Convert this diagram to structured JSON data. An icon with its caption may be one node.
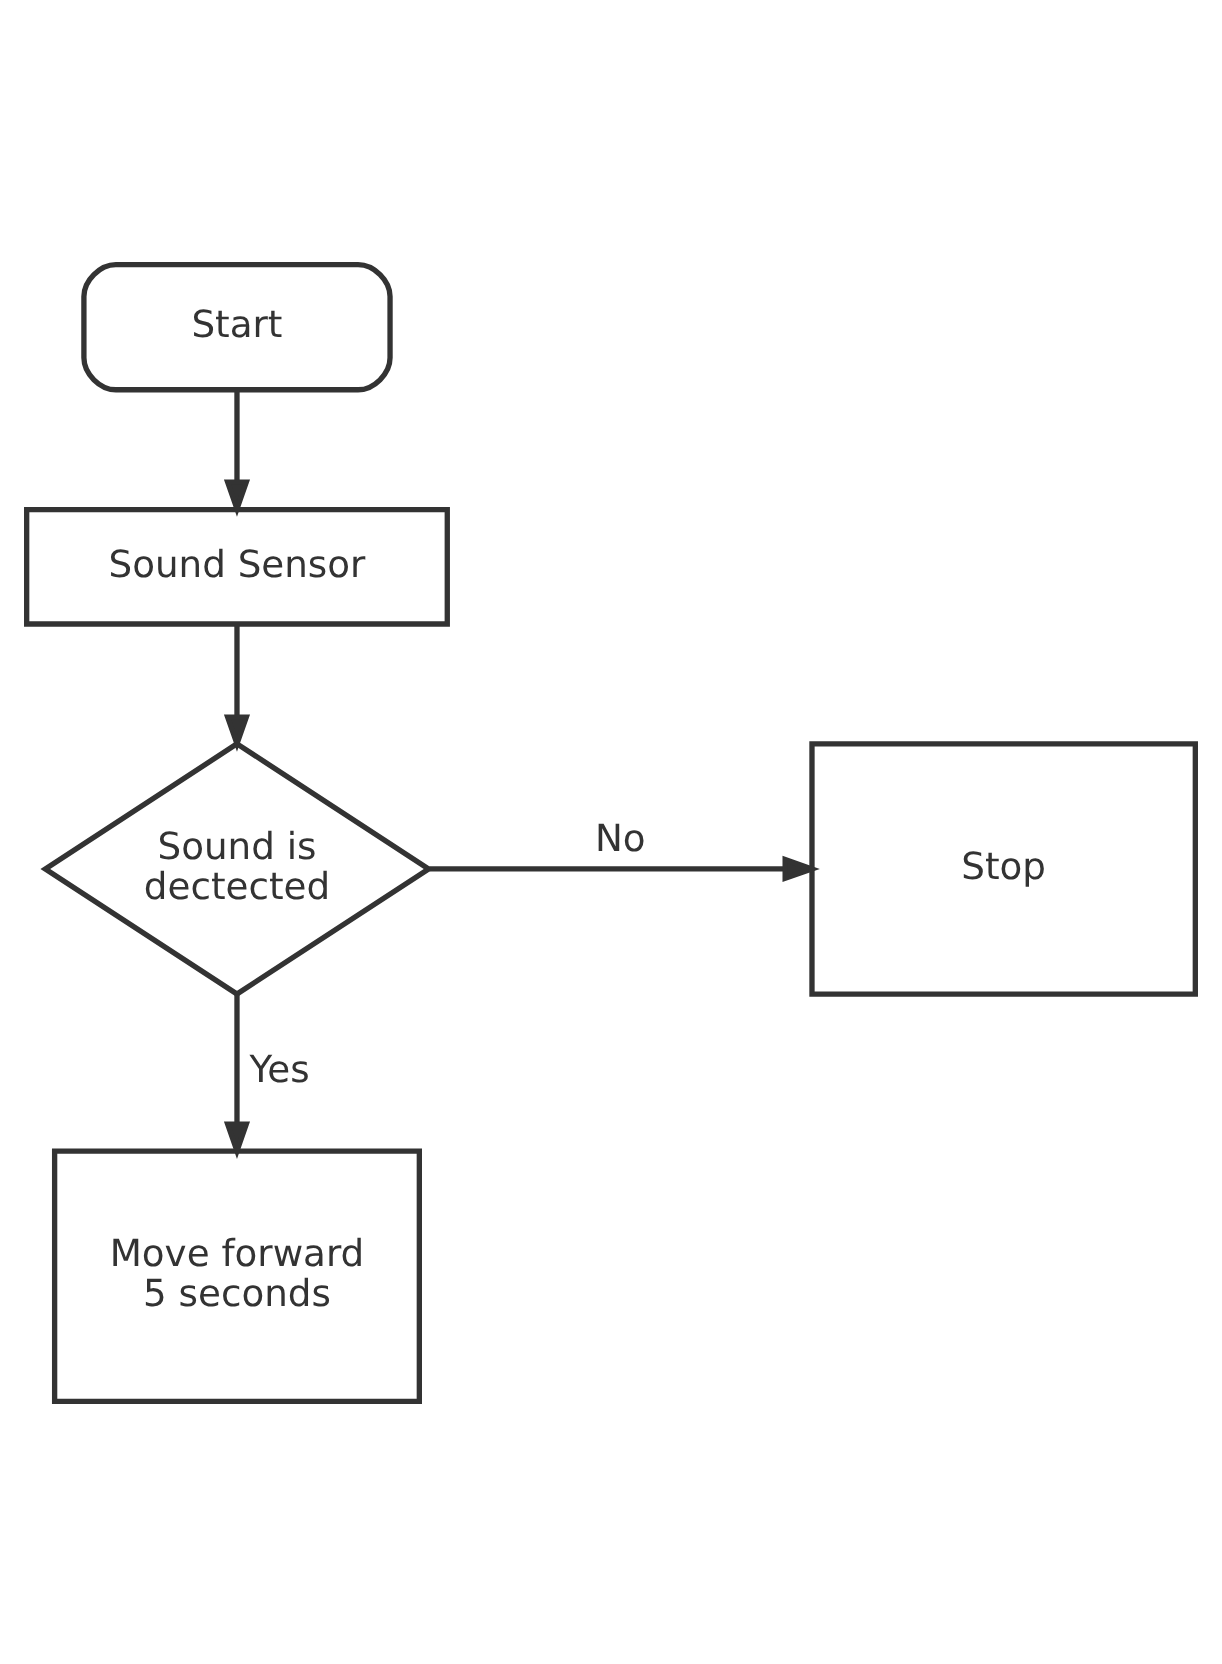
{
  "diagram": {
    "nodes": [
      {
        "text": [
          "Start"
        ]
      },
      {
        "text": [
          "Sound Sensor"
        ]
      },
      {
        "text": [
          "Sound is dectected"
        ]
      },
      {
        "text": [
          "Stop"
        ]
      },
      {
        "text": [
          "Move forward 5 seconds"
        ]
      }
    ],
    "edges": [
      {
        "from": 0,
        "to": 1,
        "arrow": "to"
      },
      {
        "from": 1,
        "to": 2,
        "arrow": "to"
      },
      {
        "from": 2,
        "to": 3,
        "label": "No",
        "arrow": "to"
      },
      {
        "from": 2,
        "to": 4,
        "label": "Yes",
        "arrow": "to"
      }
    ]
  }
}
